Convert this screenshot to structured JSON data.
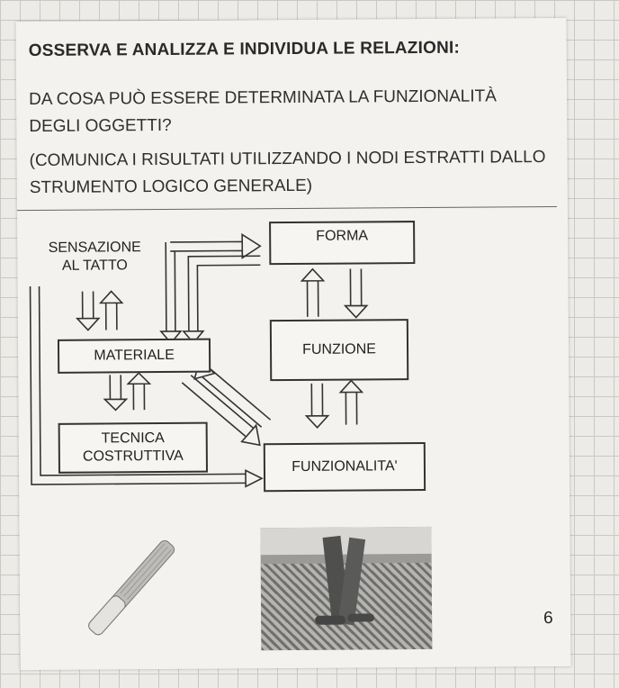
{
  "header": {
    "title": "OSSERVA E ANALIZZA E INDIVIDUA LE RELAZIONI:",
    "question": "DA COSA PUÒ ESSERE  DETERMINATA LA FUNZIONALITÀ DEGLI OGGETTI?",
    "instruction": "(COMUNICA I RISULTATI UTILIZZANDO I NODI ESTRATTI DALLO STRUMENTO LOGICO GENERALE)"
  },
  "diagram": {
    "sensazione": [
      "SENSAZIONE",
      "AL TATTO"
    ],
    "forma": "FORMA",
    "materiale": "MATERIALE",
    "funzione": "FUNZIONE",
    "tecnica": [
      "TECNICA",
      "COSTRUTTIVA"
    ],
    "funzionalita": "FUNZIONALITA'"
  },
  "page_number": "6"
}
